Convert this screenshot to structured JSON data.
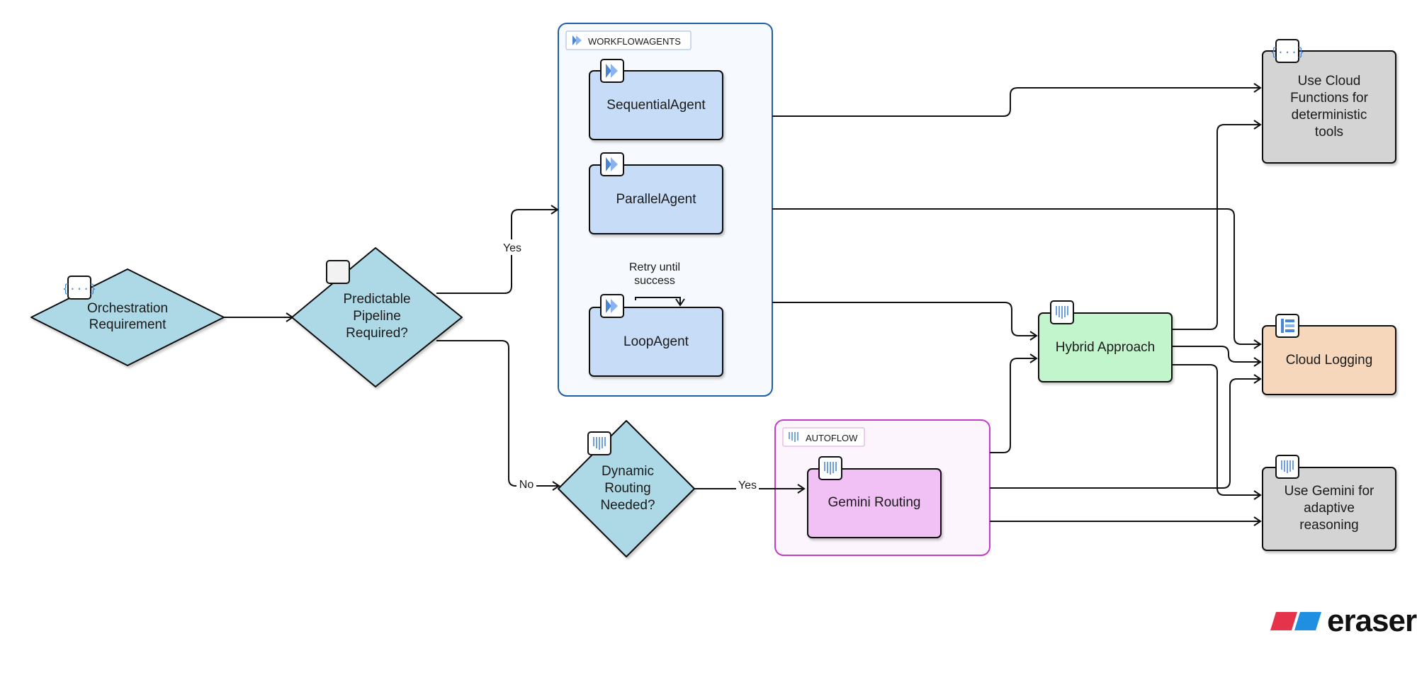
{
  "nodes": {
    "orchestration": {
      "lines": [
        "Orchestration",
        "Requirement"
      ],
      "fill": "#add8e6",
      "icon": "function-braces-icon"
    },
    "predictable": {
      "lines": [
        "Predictable",
        "Pipeline",
        "Required?"
      ],
      "fill": "#add8e6",
      "icon": "blank-icon"
    },
    "dynamic": {
      "lines": [
        "Dynamic",
        "Routing",
        "Needed?"
      ],
      "fill": "#add8e6",
      "icon": "vertex-ai-icon"
    },
    "sequential": {
      "lines": [
        "SequentialAgent"
      ],
      "fill": "#c6dcf7",
      "icon": "workflow-agent-icon"
    },
    "parallel": {
      "lines": [
        "ParallelAgent"
      ],
      "fill": "#c6dcf7",
      "icon": "workflow-agent-icon"
    },
    "loop": {
      "lines": [
        "LoopAgent"
      ],
      "fill": "#c6dcf7",
      "icon": "workflow-agent-icon"
    },
    "gemini_routing": {
      "lines": [
        "Gemini Routing"
      ],
      "fill": "#f1c0f5",
      "icon": "vertex-ai-icon"
    },
    "hybrid": {
      "lines": [
        "Hybrid Approach"
      ],
      "fill": "#c2f5cc",
      "icon": "vertex-ai-icon"
    },
    "cloud_functions": {
      "lines": [
        "Use Cloud",
        "Functions for",
        "deterministic",
        "tools"
      ],
      "fill": "#d4d4d4",
      "icon": "function-braces-icon"
    },
    "cloud_logging": {
      "lines": [
        "Cloud Logging"
      ],
      "fill": "#f6d7bc",
      "icon": "logging-icon"
    },
    "gemini_adaptive": {
      "lines": [
        "Use Gemini for",
        "adaptive",
        "reasoning"
      ],
      "fill": "#d4d4d4",
      "icon": "vertex-ai-icon"
    }
  },
  "groups": {
    "workflowagents": {
      "label": "WORKFLOWAGENTS",
      "border": "#1f5fa8",
      "fill": "#f6f9fd"
    },
    "autoflow": {
      "label": "AUTOFLOW",
      "border": "#c43cc8",
      "fill": "#fcf5fd"
    }
  },
  "edge_labels": {
    "yes_workflow": "Yes",
    "no_dynamic": "No",
    "yes_autoflow": "Yes",
    "retry": [
      "Retry until",
      "success"
    ]
  },
  "brand": {
    "name": "eraser",
    "colors": [
      "#e5334b",
      "#1e8fe1"
    ]
  }
}
